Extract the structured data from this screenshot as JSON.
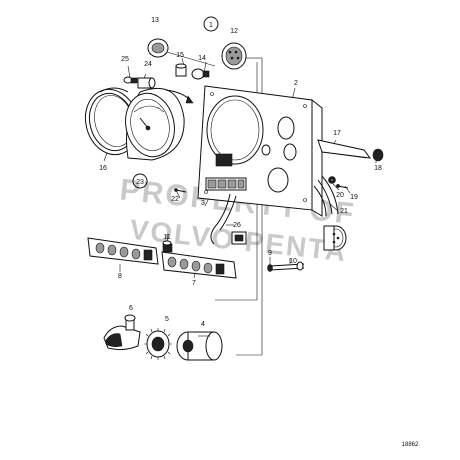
{
  "watermark": {
    "line1": "PROPERTY OF",
    "line2": "VOLVO PENTA"
  },
  "drawing_number": "18862",
  "callouts": [
    {
      "id": "c1",
      "text": "1"
    },
    {
      "id": "c2",
      "text": "2"
    },
    {
      "id": "c3",
      "text": "3"
    },
    {
      "id": "c4",
      "text": "4"
    },
    {
      "id": "c5",
      "text": "5"
    },
    {
      "id": "c6",
      "text": "6"
    },
    {
      "id": "c7",
      "text": "7"
    },
    {
      "id": "c8",
      "text": "8"
    },
    {
      "id": "c9",
      "text": "9"
    },
    {
      "id": "c10",
      "text": "10"
    },
    {
      "id": "c11",
      "text": "11"
    },
    {
      "id": "c12",
      "text": "12"
    },
    {
      "id": "c13",
      "text": "13"
    },
    {
      "id": "c14",
      "text": "14"
    },
    {
      "id": "c15",
      "text": "15"
    },
    {
      "id": "c16",
      "text": "16"
    },
    {
      "id": "c17",
      "text": "17"
    },
    {
      "id": "c18",
      "text": "18"
    },
    {
      "id": "c19",
      "text": "19"
    },
    {
      "id": "c20",
      "text": "20"
    },
    {
      "id": "c21",
      "text": "21"
    },
    {
      "id": "c22",
      "text": "22"
    },
    {
      "id": "c23",
      "text": "23"
    },
    {
      "id": "c24",
      "text": "24"
    },
    {
      "id": "c25",
      "text": "25"
    },
    {
      "id": "c26",
      "text": "26"
    }
  ]
}
